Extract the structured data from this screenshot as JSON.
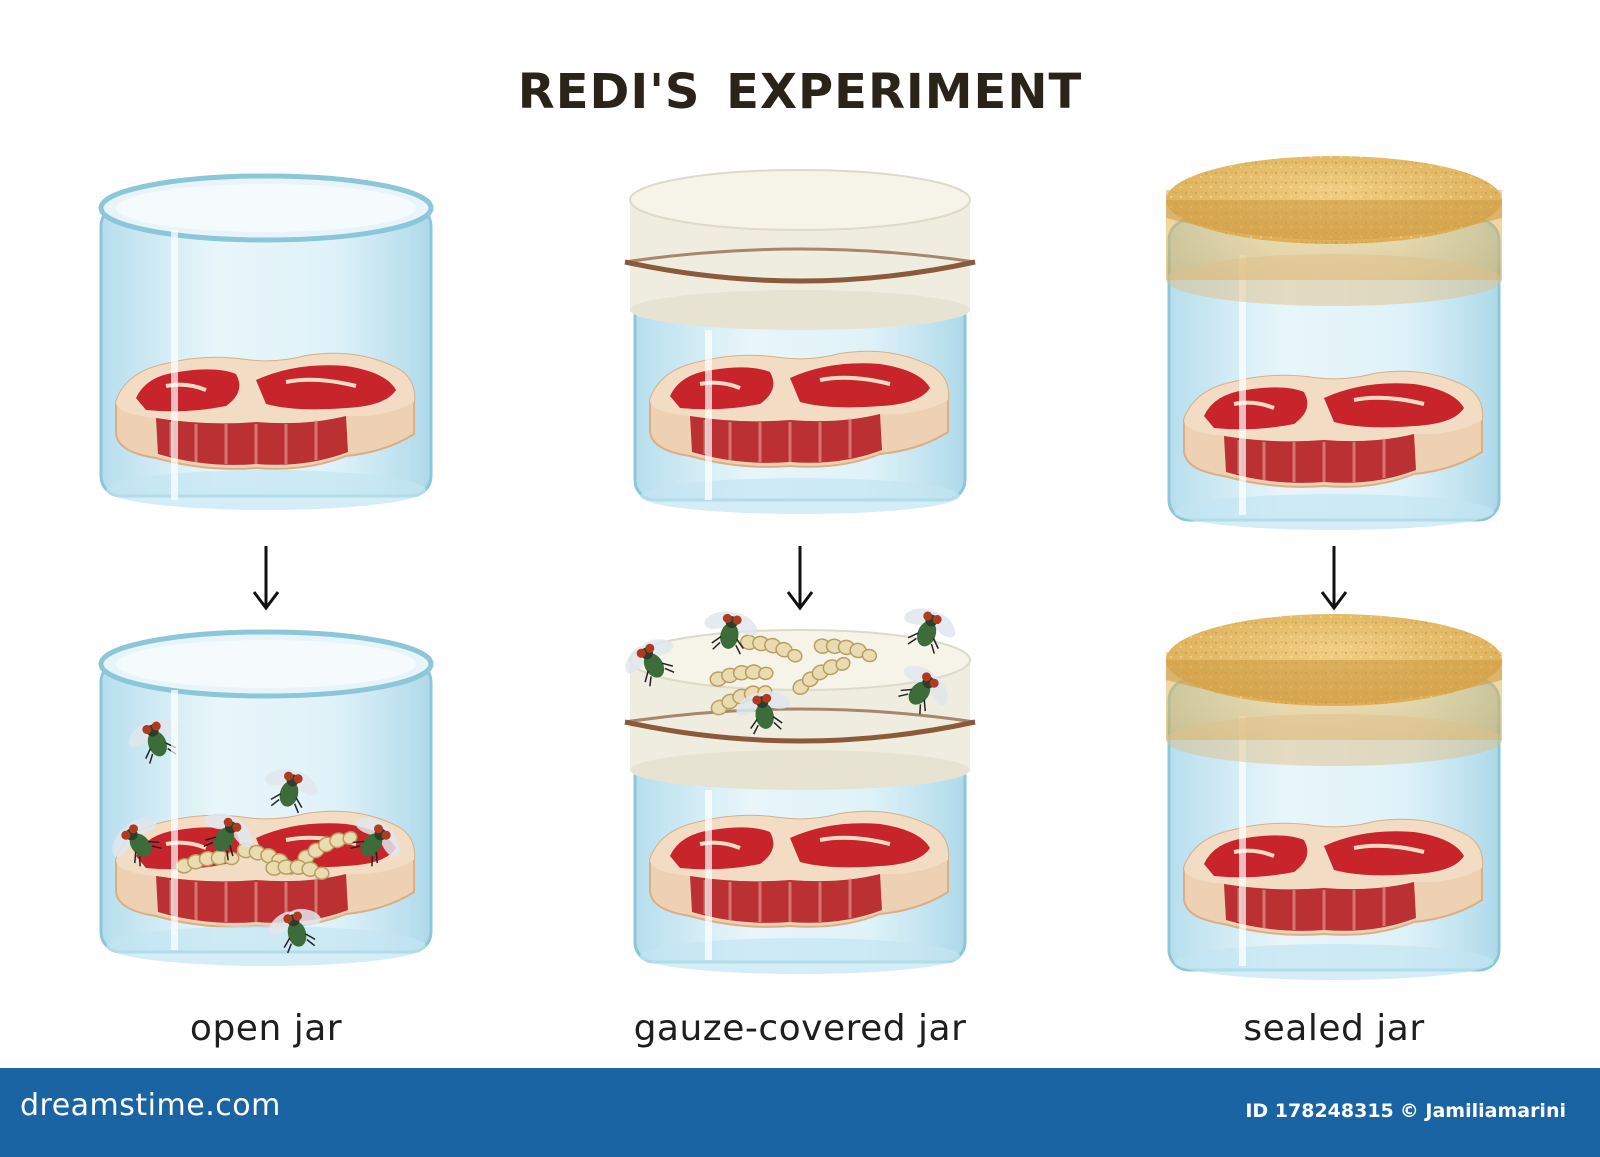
{
  "title": "REDI'S  EXPERIMENT",
  "columns": [
    {
      "caption": "open jar"
    },
    {
      "caption": "gauze-covered jar"
    },
    {
      "caption": "sealed jar"
    }
  ],
  "footer": {
    "brand": "dreamstime.com",
    "id_label": "ID 178248315",
    "author": "© Jamiliamarini"
  },
  "colors": {
    "glass": "#c9e8f2",
    "glass_edge": "#8cc6d9",
    "meat_red": "#c8242b",
    "fat": "#f1d8c0",
    "gauze": "#efece0",
    "band": "#8a5a3a",
    "cork": "#e3b860",
    "maggot": "#eadbb0",
    "fly_body": "#3d6b3a",
    "fly_eye": "#b03a20",
    "footer_bg": "#1a64a3"
  }
}
